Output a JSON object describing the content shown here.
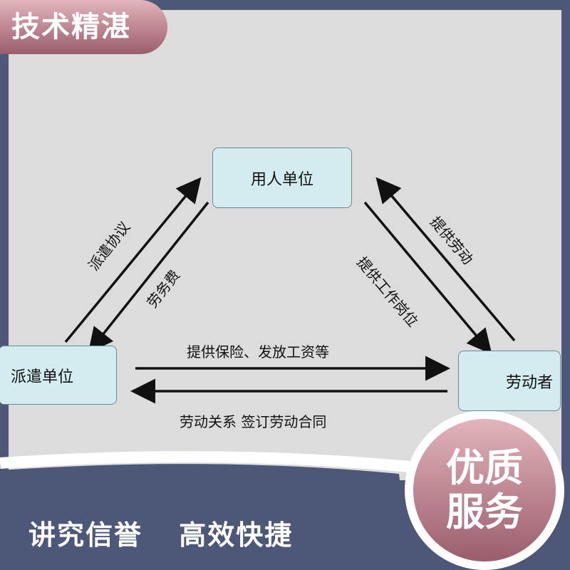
{
  "badge_top": "技术精湛",
  "diagram": {
    "node_employer": "用人单位",
    "node_dispatch": "派遣单位",
    "node_worker": "劳动者",
    "edge_dispatch_agreement": "派遣协议",
    "edge_service_fee": "劳务费",
    "edge_provide_labor": "提供劳动",
    "edge_provide_position": "提供工作岗位",
    "edge_insurance_wages": "提供保险、发放工资等",
    "edge_labor_contract": "劳动关系 签订劳动合同"
  },
  "badge_circle": {
    "line1": "优质",
    "line2": "服务"
  },
  "slogan": {
    "left": "讲究信誉",
    "right": "高效快捷"
  },
  "colors": {
    "navy": "#4d5878",
    "rose": "#b77c88",
    "node_fill": "#d4ecef"
  }
}
